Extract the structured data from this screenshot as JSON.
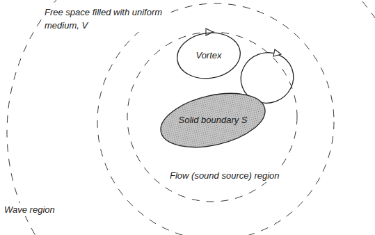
{
  "diagram": {
    "nodes": [
      {
        "text": [
          "Vortex"
        ]
      },
      {
        "text": [
          "Solid boundary S"
        ]
      }
    ],
    "labels": [
      "Free space filled with uniform medium, V",
      "Flow (sound source) region",
      "Wave region"
    ]
  }
}
